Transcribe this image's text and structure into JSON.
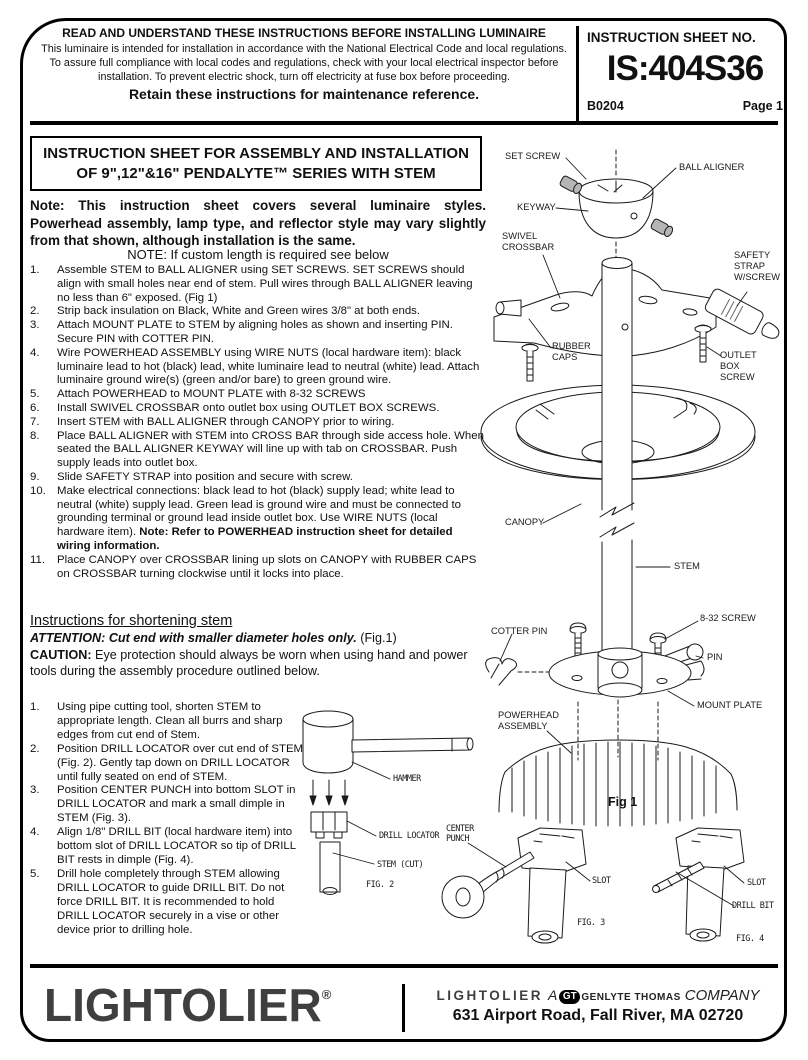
{
  "colors": {
    "ink": "#1a1a1a",
    "logo_gray": "#3f3f3f"
  },
  "header": {
    "warning_title": "READ AND UNDERSTAND THESE INSTRUCTIONS BEFORE INSTALLING LUMINAIRE",
    "warning_body": "This luminaire is intended for installation in accordance with the National Electrical Code and local regulations. To assure full compliance with local codes and regulations, check with your local electrical inspector before installation.  To prevent electric shock, turn off electricity at fuse box before proceeding.",
    "retain": "Retain these instructions for maintenance reference.",
    "sheet_no_label": "INSTRUCTION SHEET NO.",
    "sheet_no": "IS:404S36",
    "doc_code": "B0204",
    "page": "Page 1"
  },
  "title_box": {
    "line1": "INSTRUCTION SHEET FOR ASSEMBLY AND INSTALLATION",
    "line2": "OF 9\",12\"&16\" PENDALYTE™ SERIES WITH STEM"
  },
  "note": "Note: This instruction sheet covers several luminaire styles. Powerhead assembly, lamp type, and reflector style may vary slightly from that shown, although installation is the same.",
  "custom_note": "NOTE: If custom length is required see below",
  "assembly_steps": [
    {
      "n": "1.",
      "text": "Assemble STEM to BALL ALIGNER using SET SCREWS. SET SCREWS should align with small holes near end of stem. Pull wires through BALL ALIGNER leaving no less than 6\" exposed. (Fig 1)"
    },
    {
      "n": "2.",
      "text": "Strip back insulation on Black, White and Green wires 3/8\" at both ends."
    },
    {
      "n": "3.",
      "text": "Attach MOUNT PLATE to STEM by aligning holes as shown and inserting PIN. Secure PIN with COTTER PIN."
    },
    {
      "n": "4.",
      "text": "Wire POWERHEAD ASSEMBLY using WIRE NUTS (local hardware item): black luminaire lead to hot (black) lead, white luminaire lead to neutral (white) lead. Attach luminaire ground wire(s) (green and/or bare) to green ground wire."
    },
    {
      "n": "5.",
      "text": "Attach POWERHEAD to MOUNT PLATE with 8-32 SCREWS"
    },
    {
      "n": "6.",
      "text": "Install SWIVEL CROSSBAR onto outlet box using OUTLET BOX SCREWS."
    },
    {
      "n": "7.",
      "text": "Insert STEM with BALL ALIGNER through CANOPY prior to wiring."
    },
    {
      "n": "8.",
      "text": "Place BALL ALIGNER with STEM into CROSS BAR through side access hole. When seated the BALL ALIGNER KEYWAY will line up with tab on CROSSBAR. Push supply leads into outlet box."
    },
    {
      "n": "9.",
      "text": "Slide SAFETY STRAP into position and secure with screw."
    },
    {
      "n": "10.",
      "text": "Make electrical connections: black lead to hot (black) supply lead; white lead to neutral (white) supply lead. Green lead is ground wire and must be connected to grounding terminal or ground lead inside outlet box. Use WIRE NUTS (local hardware item). ",
      "note": "Note: Refer to POWERHEAD instruction sheet for detailed wiring information."
    },
    {
      "n": "11.",
      "text": "Place CANOPY over CROSSBAR lining up slots on CANOPY with RUBBER CAPS on CROSSBAR turning clockwise until it locks into place."
    }
  ],
  "shortening": {
    "heading": "Instructions for shortening stem",
    "attention": "ATTENTION: Cut end with smaller diameter holes only.",
    "attention_suffix": " (Fig.1)",
    "caution_label": "CAUTION:",
    "caution_text": " Eye protection should always be worn when using hand and power tools during the assembly procedure outlined below.",
    "steps": [
      {
        "n": "1.",
        "text": "Using pipe cutting tool, shorten STEM to appropriate length. Clean all burrs and sharp edges from cut end of Stem."
      },
      {
        "n": "2.",
        "text": "Position DRILL LOCATOR over cut end of STEM (Fig. 2). Gently tap down on DRILL LOCATOR until fully seated on end of STEM."
      },
      {
        "n": "3.",
        "text": "Position CENTER PUNCH into bottom SLOT in DRILL LOCATOR and mark a small dimple in STEM (Fig. 3)."
      },
      {
        "n": "4.",
        "text": "Align 1/8\" DRILL BIT (local hardware item) into bottom slot of DRILL LOCATOR so tip of DRILL BIT rests in dimple (Fig. 4)."
      },
      {
        "n": "5.",
        "text": "Drill hole completely through STEM allowing DRILL LOCATOR to guide DRILL BIT. Do not force DRILL BIT. It is recommended to hold DRILL LOCATOR securely in a vise or other device prior to drilling hole."
      }
    ]
  },
  "fig1_labels": {
    "set_screw": "SET SCREW",
    "ball_aligner": "BALL ALIGNER",
    "keyway": "KEYWAY",
    "swivel_crossbar": "SWIVEL\nCROSSBAR",
    "safety_strap": "SAFETY\nSTRAP\nW/SCREW",
    "rubber_caps": "RUBBER\nCAPS",
    "outlet_box_screw": "OUTLET\nBOX\nSCREW",
    "canopy": "CANOPY",
    "stem": "STEM",
    "screw_832": "8-32 SCREW",
    "cotter_pin": "COTTER PIN",
    "pin": "PIN",
    "mount_plate": "MOUNT PLATE",
    "powerhead_assembly": "POWERHEAD\nASSEMBLY",
    "caption": "Fig 1"
  },
  "fig2_labels": {
    "hammer": "HAMMER",
    "drill_locator": "DRILL LOCATOR",
    "stem_cut": "STEM (CUT)",
    "center_punch": "CENTER\nPUNCH",
    "caption": "FIG. 2"
  },
  "fig3_labels": {
    "slot": "SLOT",
    "caption": "FIG. 3"
  },
  "fig4_labels": {
    "slot": "SLOT",
    "drill_bit": "DRILL BIT",
    "caption": "FIG. 4"
  },
  "footer": {
    "logo": "LIGHTOLIER",
    "logo_reg": "®",
    "brand_small": "LIGHTOLIER",
    "a": "A",
    "gt": "GT",
    "genlyte": "GENLYTE THOMAS",
    "company": "COMPANY",
    "address": "631 Airport Road, Fall River, MA 02720"
  }
}
